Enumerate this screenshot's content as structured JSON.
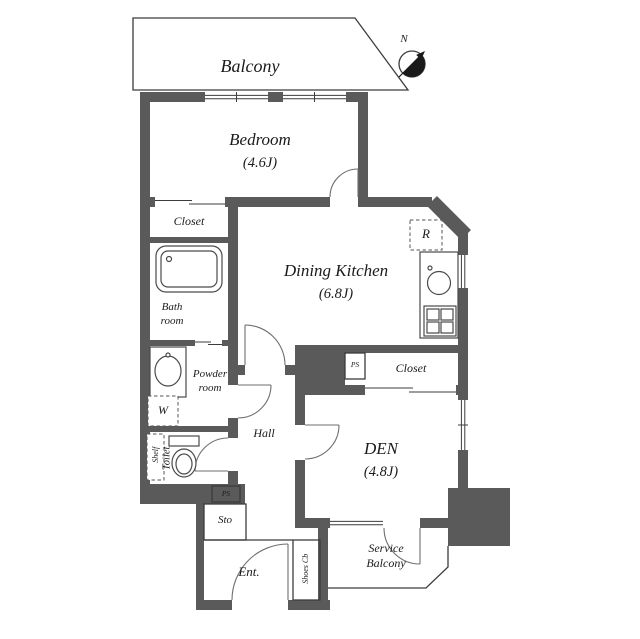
{
  "compass": {
    "north": "N"
  },
  "rooms": {
    "balcony": {
      "label": "Balcony"
    },
    "bedroom": {
      "label": "Bedroom",
      "size": "(4.6J)"
    },
    "closet_left": {
      "label": "Closet"
    },
    "bath_room": {
      "line1": "Bath",
      "line2": "room"
    },
    "powder_room": {
      "line1": "Powder",
      "line2": "room"
    },
    "washer_space": {
      "label": "W"
    },
    "shelf": {
      "label": "Shelf"
    },
    "toilet": {
      "label": "Toilet"
    },
    "dining_kitchen": {
      "label": "Dining Kitchen",
      "size": "(6.8J)"
    },
    "refrigerator_space": {
      "label": "R"
    },
    "pipe_space_kitchen": {
      "label": "PS"
    },
    "closet_den": {
      "label": "Closet"
    },
    "den": {
      "label": "DEN",
      "size": "(4.8J)"
    },
    "hall": {
      "label": "Hall"
    },
    "pipe_space_hall": {
      "label": "PS"
    },
    "storage": {
      "label": "Sto"
    },
    "entrance": {
      "label": "Ent."
    },
    "shoes_cabinet": {
      "label": "Shoes Cb"
    },
    "service_balcony": {
      "line1": "Service",
      "line2": "Balcony"
    }
  },
  "colors": {
    "wall": "#5a5a5a",
    "line": "#3c3c3c",
    "text": "#1b1b1b",
    "background": "#ffffff"
  }
}
